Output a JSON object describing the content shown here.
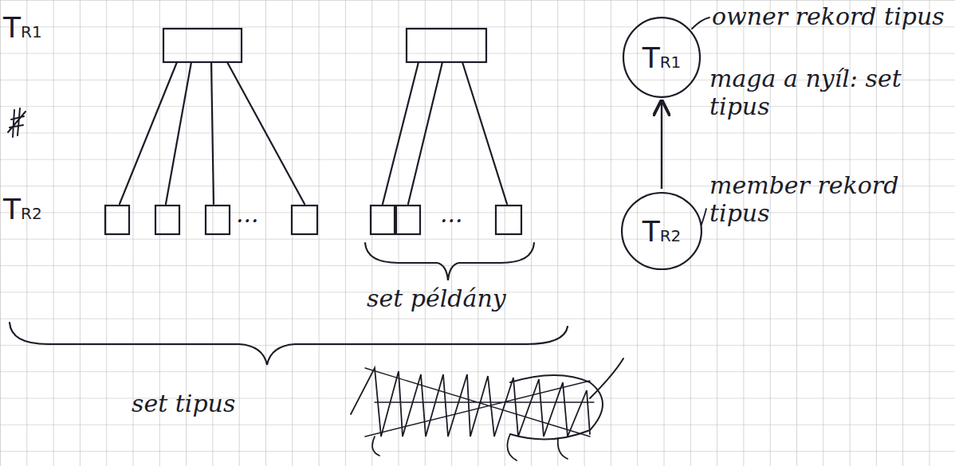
{
  "diagram": {
    "nodes": [
      {
        "text": [
          "TR1"
        ]
      },
      {
        "text": [
          "TR2"
        ]
      }
    ],
    "edges": [
      {
        "from": 1,
        "to": 0,
        "arrow": "to"
      }
    ],
    "labels": [
      "TR1",
      "TR2",
      "...",
      "...",
      "set példány",
      "set tipus",
      "owner rekord tipus",
      "maga a nyíl: set tipus",
      "member rekord tipus"
    ]
  }
}
